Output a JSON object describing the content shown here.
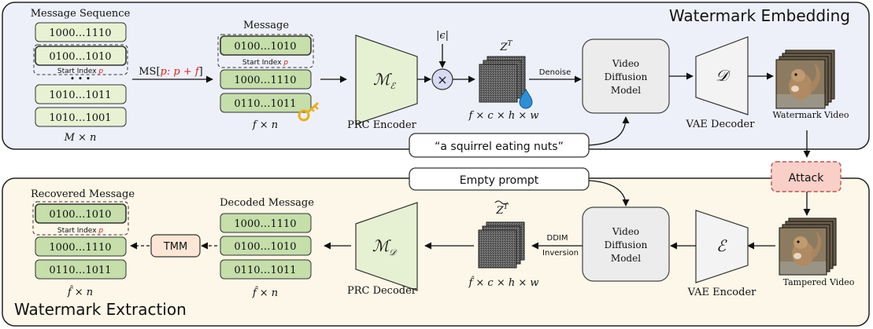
{
  "embedding": {
    "title": "Watermark Embedding",
    "message_sequence_label": "Message Sequence",
    "sequence_rows": [
      "1000…1110",
      "0100…1010",
      "1010…1011",
      "1010…1001"
    ],
    "start_index_label": "Start Index",
    "start_index_var": "p",
    "ellipsis": "•  •  •",
    "matrix_label": "M × n",
    "slice_label_prefix": "MS[",
    "slice_label_var": "p: p + f",
    "slice_label_suffix": "]",
    "message_label": "Message",
    "message_rows": [
      "0100…1010",
      "1000…1110",
      "0110…1011"
    ],
    "message_dim": "f × n",
    "encoder_symbol": "ℳ",
    "encoder_sub": "ℰ",
    "encoder_label": "PRC Encoder",
    "epsilon_label": "|ϵ|",
    "multiply_symbol": "×",
    "latent_label": "Z",
    "latent_sup": "T",
    "latent_dim": "f × c × h × w",
    "denoise_label": "Denoise",
    "diffusion_lines": [
      "Video",
      "Diffusion",
      "Model"
    ],
    "decoder_symbol": "𝒟",
    "decoder_label": "VAE Decoder",
    "output_label": "Watermark Video",
    "prompt": "“a squirrel eating nuts”"
  },
  "extraction": {
    "title": "Watermark Extraction",
    "attack_label": "Attack",
    "empty_prompt": "Empty prompt",
    "input_label": "Tampered Video",
    "encoder_symbol": "ℰ",
    "encoder_label": "VAE Encoder",
    "diffusion_lines": [
      "Video",
      "Diffusion",
      "Model"
    ],
    "inversion_lines": [
      "DDIM",
      "Inversion"
    ],
    "latent_label": "Z",
    "latent_sup": "T",
    "latent_dim": "f̂ × c × h × w",
    "decoder_symbol": "ℳ",
    "decoder_sub": "𝒟",
    "decoder_label": "PRC Decoder",
    "decoded_label": "Decoded Message",
    "decoded_rows": [
      "1000…1110",
      "0100…1010",
      "0110…1011"
    ],
    "decoded_dim": "f̂ × n",
    "tmm_label": "TMM",
    "recovered_label": "Recovered Message",
    "recovered_rows": [
      "0100…1010",
      "1000…1110",
      "0110…1011"
    ],
    "start_index_label": "Start Index",
    "start_index_var": "p",
    "recovered_dim": "f̂ × n"
  },
  "colors": {
    "top_panel": "#eef0f9",
    "bottom_panel": "#fcf7e8",
    "row_light": "#e8f2d3",
    "row_dark": "#c5deaa",
    "trapezoid": "#e6f0d2",
    "diffusion_box": "#ececec",
    "attack_fill": "#f9d0c8",
    "attack_stroke": "#c0504d",
    "tmm_fill": "#fde6d5",
    "accent_red": "#e0201a",
    "key_gold": "#e8b020",
    "epsilon_circle": "#d7daf2"
  }
}
